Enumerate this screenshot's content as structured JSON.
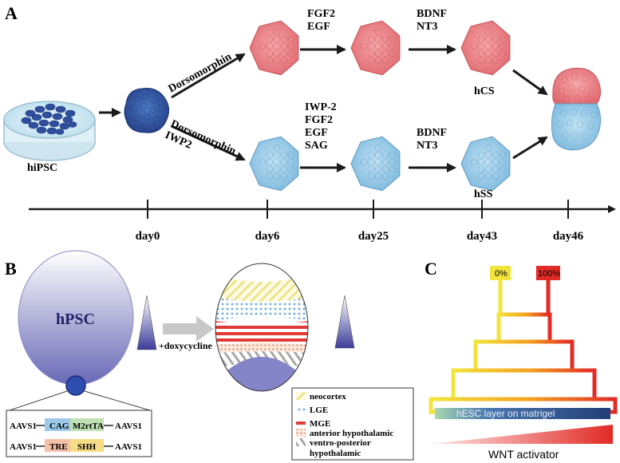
{
  "panels": {
    "a": {
      "letter": "A",
      "dish_label": "hiPSC",
      "upper_branch_label": "Dorsomorphin",
      "lower_branch_labels": [
        "Dorsomorphin",
        "IWP2"
      ],
      "upper_factors_1": [
        "FGF2",
        "EGF"
      ],
      "upper_factors_2": [
        "BDNF",
        "NT3"
      ],
      "lower_factors_1": [
        "IWP-2",
        "FGF2",
        "EGF",
        "SAG"
      ],
      "lower_factors_2": [
        "BDNF",
        "NT3"
      ],
      "upper_organoid_label": "hCS",
      "lower_organoid_label": "hSS",
      "timeline_days": [
        "day0",
        "day6",
        "day25",
        "day43",
        "day46"
      ]
    },
    "b": {
      "letter": "B",
      "cell_label": "hPSC",
      "treatment_label": "+doxycycline",
      "construct_rows": [
        {
          "left": "AAVS1",
          "box1": "CAG",
          "box2": "M2rtTA",
          "right": "AAVS1"
        },
        {
          "left": "AAVS1",
          "box1": "TRE",
          "box2": "SHH",
          "right": "AAVS1"
        }
      ],
      "legend": [
        "neocortex",
        "LGE",
        "MGE",
        "anterior hypothalamic",
        "ventro-posterior",
        "hypothalamic"
      ]
    },
    "c": {
      "letter": "C",
      "top_labels": [
        "0%",
        "100%"
      ],
      "base_label": "hESC layer on matrigel",
      "gradient_label": "WNT activator"
    }
  },
  "colors": {
    "pink_organoid": "#e8747a",
    "blue_organoid_light": "#8fc6e4",
    "blue_organoid_dark": "#2e5aa8",
    "arrow": "#1a1a1a",
    "purple_cell": "#6e6eb8",
    "gradient_red": "#e22a26",
    "gradient_yellow": "#f2e23a"
  },
  "icons": [
    "petri-dish-icon",
    "organoid-icon",
    "triangle-gradient-icon",
    "arrow-icon"
  ]
}
